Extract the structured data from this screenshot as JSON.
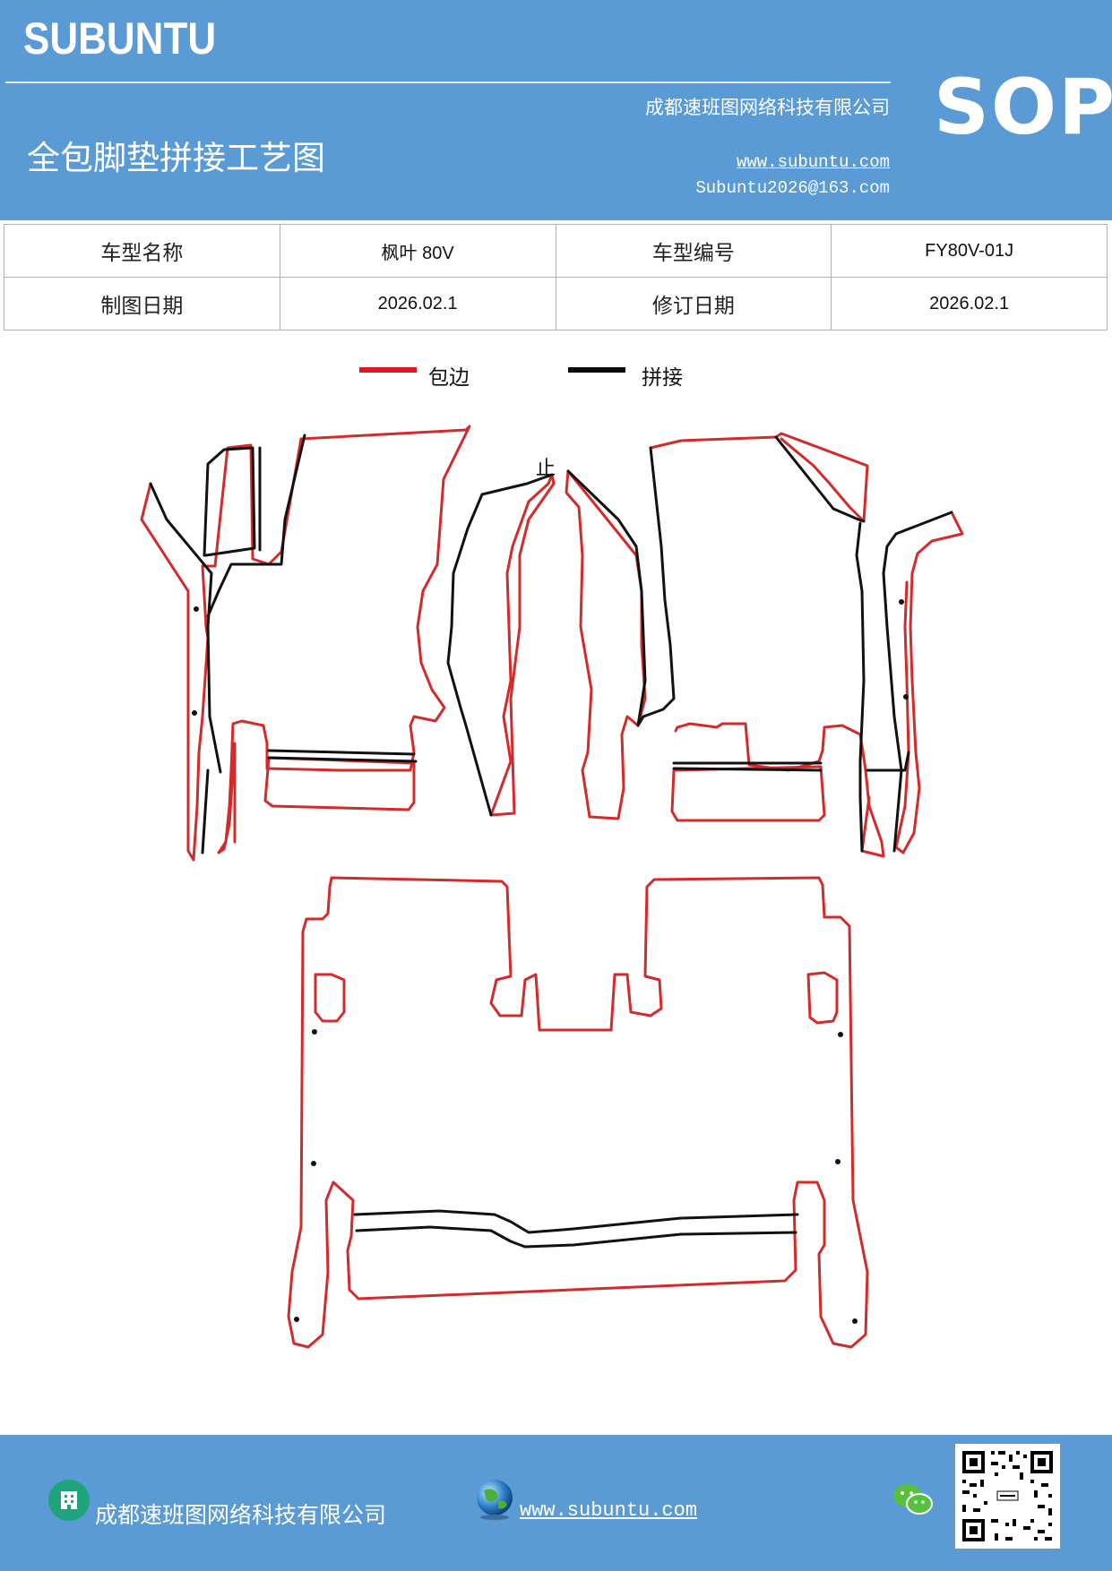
{
  "header": {
    "brand": "SUBUNTU",
    "company": "成都速班图网络科技有限公司",
    "title": "全包脚垫拼接工艺图",
    "website": "www.subuntu.com",
    "email": "Subuntu2026@163.com",
    "badge": "SOP"
  },
  "info": {
    "model_name_label": "车型名称",
    "model_name": "枫叶 80V",
    "model_code_label": "车型编号",
    "model_code": "FY80V-01J",
    "draw_date_label": "制图日期",
    "draw_date": "2026.02.1",
    "revise_date_label": "修订日期",
    "revise_date": "2026.02.1"
  },
  "legend": {
    "edging_label": "包边",
    "edging_color": "#e8141b",
    "splice_label": "拼接",
    "splice_color": "#0a0a0a"
  },
  "diagram": {
    "marker": "止"
  },
  "footer": {
    "company": "成都速班图网络科技有限公司",
    "website": "www.subuntu.com",
    "icons": [
      "building-icon",
      "globe-icon",
      "wechat-icon",
      "qr-code"
    ]
  }
}
